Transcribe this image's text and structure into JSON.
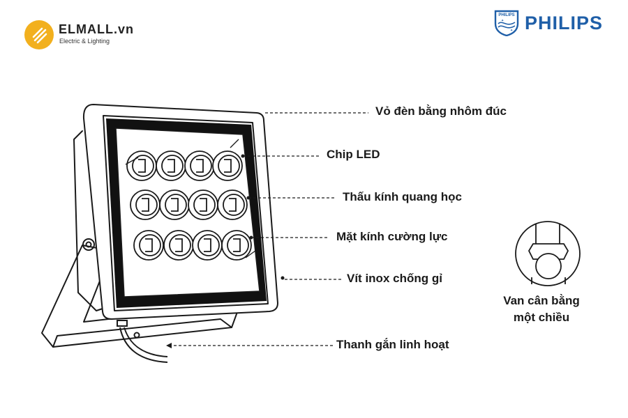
{
  "brand": {
    "name": "ELMALL.vn",
    "tagline": "Electric & Lighting",
    "partner_logo_text": "PHILIPS",
    "partner_shield_text": "PHILIPS"
  },
  "callouts": [
    {
      "id": "housing",
      "label": "Vỏ đèn bằng nhôm đúc"
    },
    {
      "id": "chip",
      "label": "Chip LED"
    },
    {
      "id": "lens",
      "label": "Thấu kính quang học"
    },
    {
      "id": "glass",
      "label": "Mặt kính cường lực"
    },
    {
      "id": "screw",
      "label": "Vít inox chống gỉ"
    },
    {
      "id": "bracket",
      "label": "Thanh gắn linh hoạt"
    }
  ],
  "valve": {
    "label_line1": "Van cân bằng",
    "label_line2": "một chiều"
  },
  "colors": {
    "outline": "#1a1a1a",
    "panel": "#111111",
    "brand_yellow": "#f2b01e",
    "philips_blue": "#1f5fa8"
  }
}
